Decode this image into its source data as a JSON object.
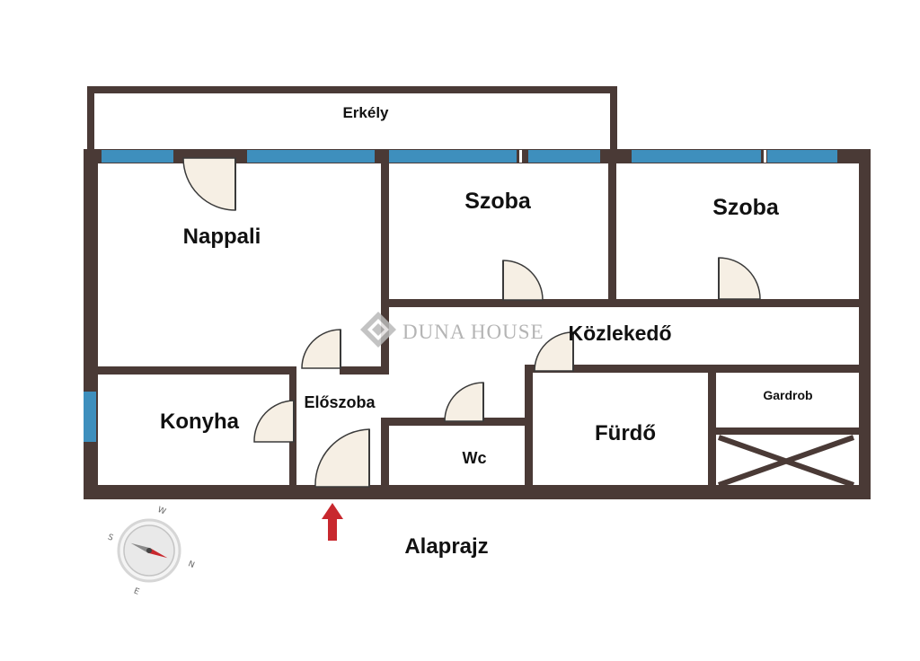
{
  "colors": {
    "wall": "#4a3a36",
    "window": "#3e8fbd",
    "door_fill": "#f6efe4",
    "door_stroke": "#3a3a3a",
    "entrance_arrow": "#c8282e",
    "watermark": "#a8a8a8",
    "background": "#ffffff"
  },
  "rooms": {
    "erkely": "Erkély",
    "nappali": "Nappali",
    "szoba_1": "Szoba",
    "szoba_2": "Szoba",
    "kozlekedo": "Közlekedő",
    "eloszoba": "Előszoba",
    "konyha": "Konyha",
    "wc": "Wc",
    "furdo": "Fürdő",
    "gardrob": "Gardrob"
  },
  "title": "Alaprajz",
  "watermark": {
    "logo": "DUNA HOUSE",
    "text": "DUNA HOUSE"
  },
  "compass": {
    "icon": "compass-icon",
    "letters": {
      "north": "N",
      "south": "S",
      "east": "E",
      "west": "W"
    }
  },
  "entrance": {
    "icon": "entrance-arrow-icon"
  }
}
